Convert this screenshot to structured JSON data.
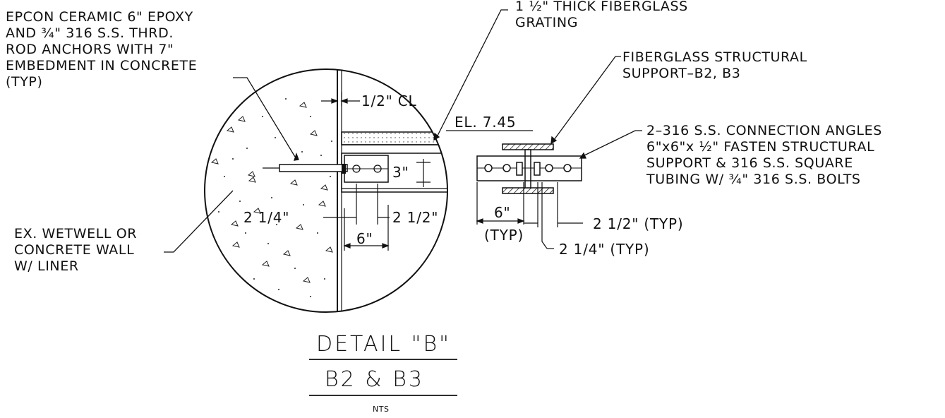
{
  "notes": {
    "anchor": [
      "EPCON CERAMIC 6\" EPOXY",
      "AND ¾\" 316 S.S. THRD.",
      "ROD ANCHORS WITH 7\"",
      "EMBEDMENT IN CONCRETE",
      "(TYP)"
    ],
    "grating": [
      "1 ½\" THICK FIBERGLASS",
      "GRATING"
    ],
    "support": [
      "FIBERGLASS STRUCTURAL",
      "SUPPORT–B2, B3"
    ],
    "angles": [
      "2–316 S.S. CONNECTION ANGLES",
      "6\"x6\"x ½\" FASTEN STRUCTURAL",
      "SUPPORT & 316 S.S. SQUARE",
      "TUBING W/ ¾\" 316 S.S. BOLTS"
    ],
    "wall": [
      "EX. WETWELL OR",
      "CONCRETE WALL",
      "W/ LINER"
    ]
  },
  "dimensions": {
    "half_inch_cl": "1/2\" CL",
    "elevation": "EL. 7.45",
    "three_in": "3\"",
    "left_2_quarter": "2 1/4\"",
    "left_2_half": "2 1/2\"",
    "left_6": "6\"",
    "right_6": "6\"",
    "right_6_typ": "(TYP)",
    "right_2_half": "2 1/2\" (TYP)",
    "right_2_quarter": "2 1/4\" (TYP)"
  },
  "title": {
    "line1": "DETAIL \"B\"",
    "line2": "B2 & B3",
    "scale": "NTS"
  }
}
